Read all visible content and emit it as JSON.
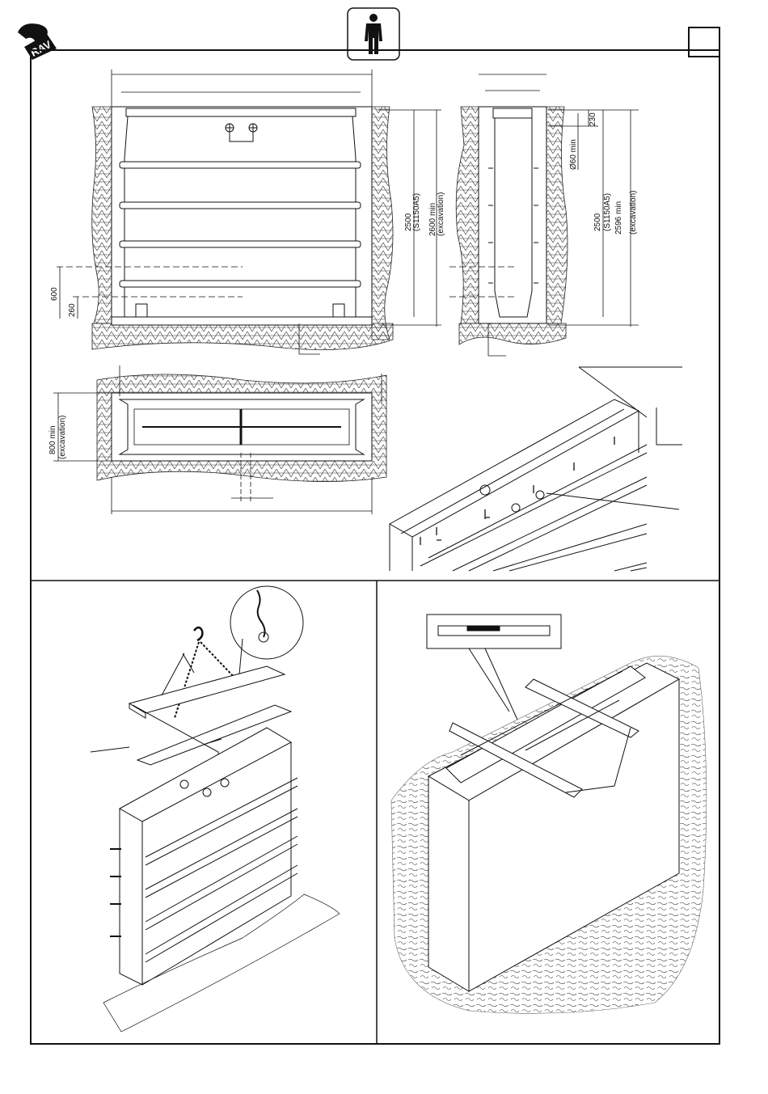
{
  "brand": {
    "logo_text": "RAV"
  },
  "header": {
    "page_box_text": "",
    "person_icon": "person-icon"
  },
  "front_view": {
    "dim_600": "600",
    "dim_260": "260",
    "dim_2500": "2500",
    "dim_s1150a5": "(S1150A5)",
    "dim_2600_min": "2600  min",
    "dim_excavation": "(excavation)"
  },
  "side_view": {
    "dim_230": "230",
    "dim_d60": "Ø60  min",
    "dim_2500": "2500",
    "dim_s1150a5": "(S1150A5)",
    "dim_2596_min": "2596  min",
    "dim_excavation": "(excavation)"
  },
  "plan_view": {
    "dim_800_min": "800 min",
    "dim_excavation": "(excavation)"
  }
}
